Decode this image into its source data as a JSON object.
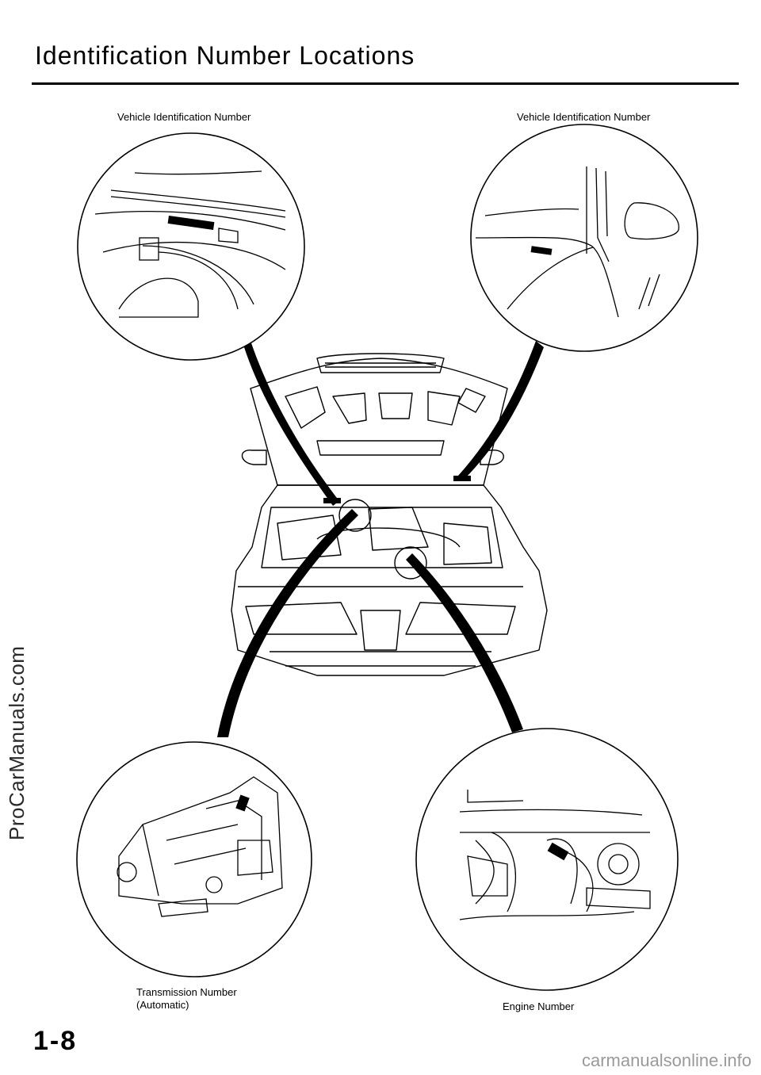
{
  "page": {
    "title": "Identification  Number  Locations",
    "number": "1-8"
  },
  "callouts": {
    "vin_left": "Vehicle Identification Number",
    "vin_right": "Vehicle Identification Number",
    "transmission": "Transmission Number\n(Automatic)",
    "engine": "Engine Number"
  },
  "watermarks": {
    "side": "ProCarManuals.com",
    "bottom": "carmanualsonline.info"
  }
}
